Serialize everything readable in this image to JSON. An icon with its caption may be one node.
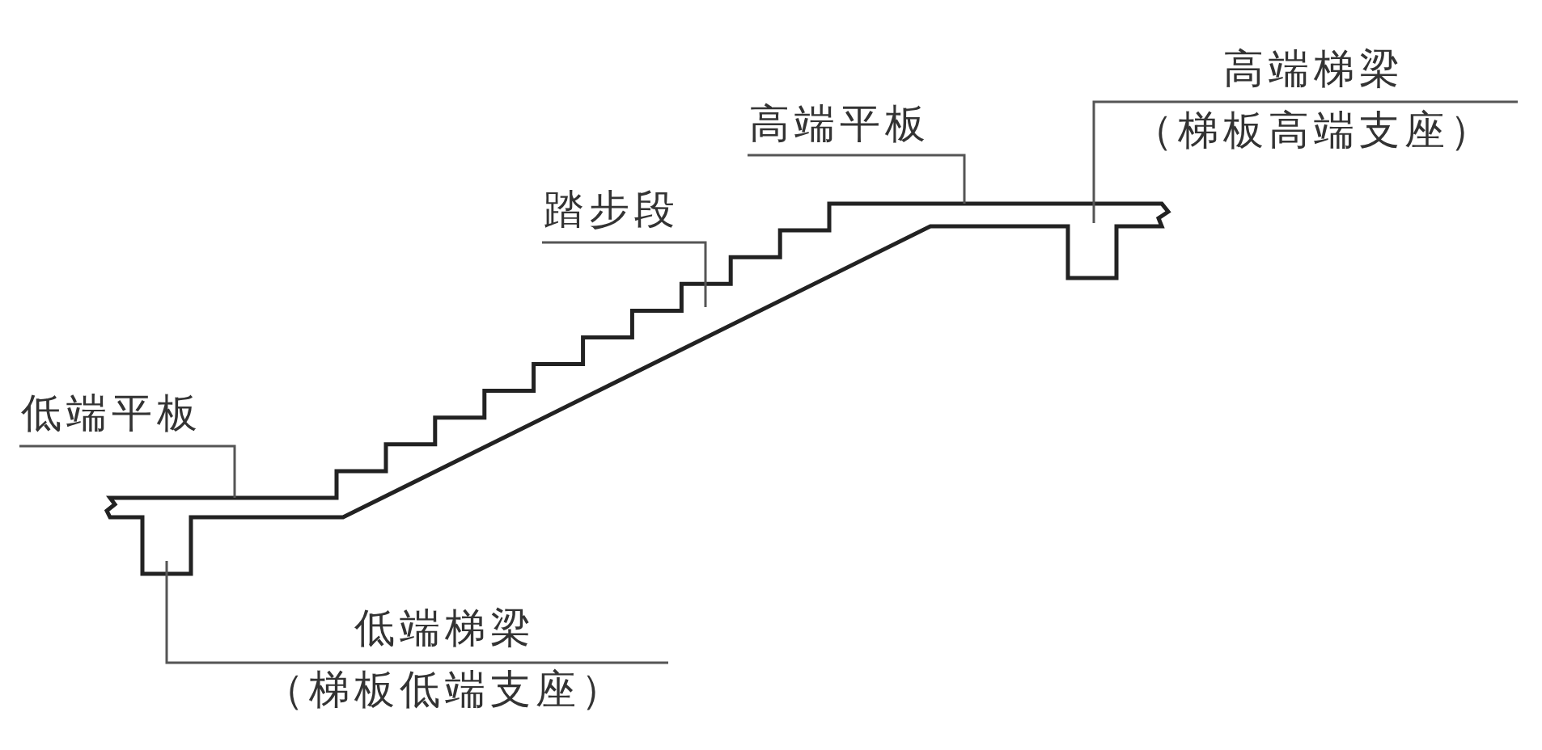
{
  "diagram": {
    "nodes": [
      {
        "text": [
          "高端梯梁",
          "（梯板高端支座）"
        ]
      },
      {
        "text": [
          "高端平板"
        ]
      },
      {
        "text": [
          "踏步段"
        ]
      },
      {
        "text": [
          "低端平板"
        ]
      },
      {
        "text": [
          "低端梯梁",
          "（梯板低端支座）"
        ]
      }
    ],
    "edges": [
      {
        "from": 0,
        "to": null,
        "arrow": "none"
      },
      {
        "from": 1,
        "to": null,
        "arrow": "none"
      },
      {
        "from": 2,
        "to": null,
        "arrow": "none"
      },
      {
        "from": 3,
        "to": null,
        "arrow": "none"
      },
      {
        "from": 4,
        "to": null,
        "arrow": "none"
      }
    ]
  }
}
